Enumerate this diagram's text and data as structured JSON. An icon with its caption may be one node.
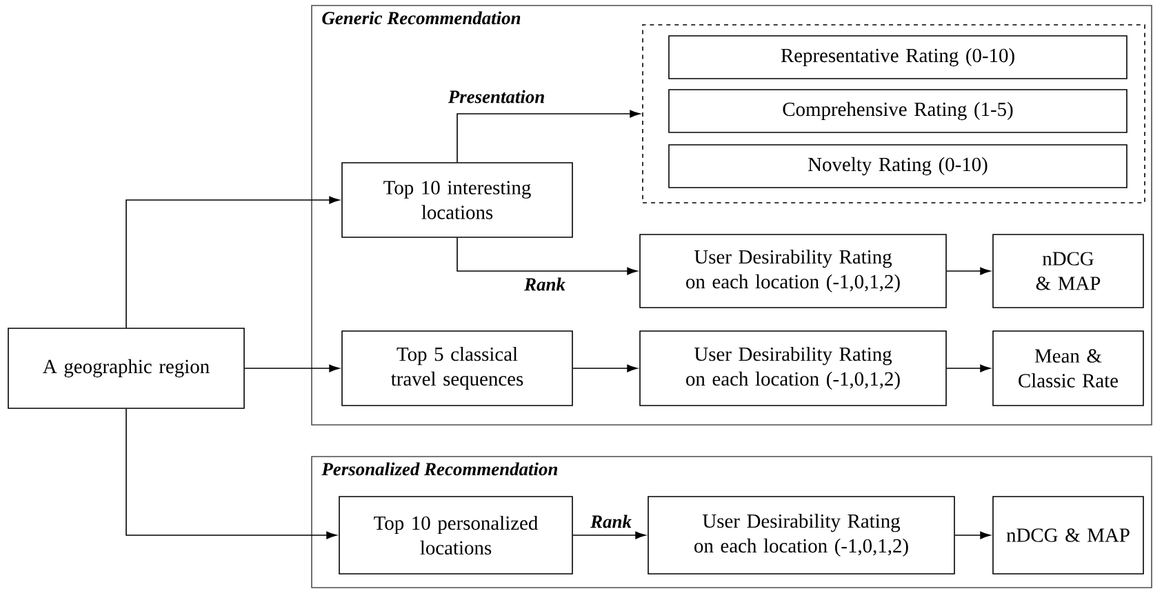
{
  "diagram": {
    "nodes": [
      {
        "text": [
          "Generic Recommendation"
        ]
      },
      {
        "text": [
          "Personalized Recommendation"
        ]
      },
      {
        "text": [
          "A geographic region"
        ]
      },
      {
        "text": [
          "Top 10 interesting locations"
        ],
        "in": 0
      },
      {
        "text": [],
        "shape": "box",
        "in": 0
      },
      {
        "text": [
          "Representative Rating (0-10)"
        ],
        "in": 4
      },
      {
        "text": [
          "Comprehensive Rating (1-5)"
        ],
        "in": 4
      },
      {
        "text": [
          "Novelty Rating (0-10)"
        ],
        "in": 4
      },
      {
        "text": [
          "User Desirability Rating on each location (-1,0,1,2)"
        ],
        "in": 0
      },
      {
        "text": [
          "nDCG & MAP"
        ],
        "in": 0
      },
      {
        "text": [
          "Top 5 classical travel sequences"
        ],
        "in": 0
      },
      {
        "text": [
          "User Desirability Rating on each location (-1,0,1,2)"
        ],
        "in": 0
      },
      {
        "text": [
          "Mean & Classic Rate"
        ],
        "in": 0
      },
      {
        "text": [
          "Top 10 personalized locations"
        ],
        "in": 1
      },
      {
        "text": [
          "User Desirability Rating on each location (-1,0,1,2)"
        ],
        "in": 1
      },
      {
        "text": [
          "nDCG & MAP"
        ],
        "in": 1
      }
    ],
    "edges": [
      {
        "from": 2,
        "to": 3,
        "arrow": "to"
      },
      {
        "from": 2,
        "to": 10,
        "arrow": "to"
      },
      {
        "from": 2,
        "to": 13,
        "arrow": "to"
      },
      {
        "from": 3,
        "to": 4,
        "arrow": "to",
        "label": "Presentation"
      },
      {
        "from": 3,
        "to": 8,
        "arrow": "to",
        "label": "Rank"
      },
      {
        "from": 8,
        "to": 9,
        "arrow": "to"
      },
      {
        "from": 10,
        "to": 11,
        "arrow": "to"
      },
      {
        "from": 11,
        "to": 12,
        "arrow": "to"
      },
      {
        "from": 13,
        "to": 14,
        "arrow": "to",
        "label": "Rank"
      },
      {
        "from": 14,
        "to": 15,
        "arrow": "to"
      }
    ]
  }
}
